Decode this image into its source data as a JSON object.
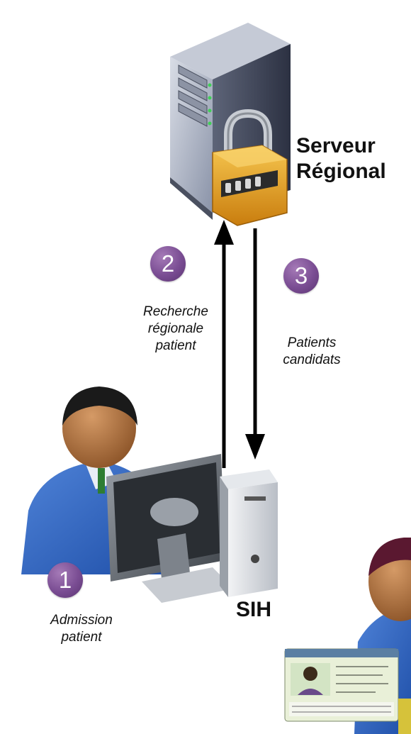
{
  "server": {
    "label_line1": "Serveur",
    "label_line2": "Régional"
  },
  "client": {
    "label": "SIH"
  },
  "steps": [
    {
      "number": "1",
      "caption_line1": "Admission",
      "caption_line2": "patient"
    },
    {
      "number": "2",
      "caption_line1": "Recherche",
      "caption_line2": "régionale",
      "caption_line3": "patient"
    },
    {
      "number": "3",
      "caption_line1": "Patients",
      "caption_line2": "candidats"
    }
  ],
  "colors": {
    "badge": "#7a4d93",
    "arrow": "#000000",
    "lock": "#e8a21f"
  },
  "icons": [
    "server-tower-icon",
    "padlock-icon",
    "user-person-icon",
    "computer-monitor-icon",
    "pc-tower-icon",
    "id-card-icon"
  ]
}
